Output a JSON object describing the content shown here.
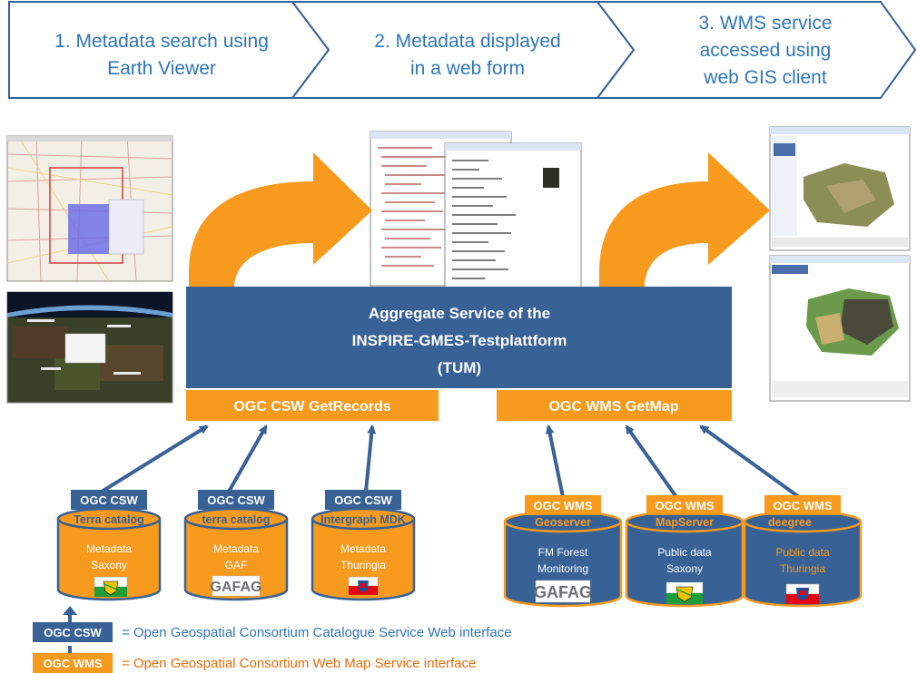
{
  "colors": {
    "blue": "#386196",
    "orange": "#f79a1d",
    "chevron_text": "#2e75b6",
    "legend_orange_text": "#e46c0a",
    "white": "#ffffff"
  },
  "steps": [
    {
      "lines": [
        "1. Metadata search using",
        "Earth Viewer"
      ]
    },
    {
      "lines": [
        "2. Metadata displayed",
        "in a web form"
      ]
    },
    {
      "lines": [
        "3. WMS service",
        "accessed using",
        "web GIS client"
      ]
    }
  ],
  "aggregate": {
    "lines": [
      "Aggregate Service of the",
      "INSPIRE-GMES-Testplattform",
      "(TUM)"
    ]
  },
  "interfaces": {
    "csw": "OGC CSW GetRecords",
    "wms": "OGC WMS GetMap"
  },
  "csw_sources": [
    {
      "badge": "OGC CSW",
      "title": "Terra catalog",
      "lines": [
        "Metadata",
        "Saxony"
      ],
      "logo": "saxony-flag"
    },
    {
      "badge": "OGC CSW",
      "title": "terra catalog",
      "lines": [
        "Metadata",
        "GAF"
      ],
      "logo": "gafag-logo",
      "logo_text": "GAFAG"
    },
    {
      "badge": "OGC CSW",
      "title": "Intergraph MDK",
      "lines": [
        "Metadata",
        "Thuringia"
      ],
      "logo": "thuringia-flag"
    }
  ],
  "wms_sources": [
    {
      "badge": "OGC WMS",
      "title": "Geoserver",
      "lines": [
        "FM Forest",
        "Monitoring"
      ],
      "logo": "gafag-logo",
      "logo_text": "GAFAG"
    },
    {
      "badge": "OGC WMS",
      "title": "MapServer",
      "lines": [
        "Public  data",
        "Saxony"
      ],
      "logo": "saxony-flag"
    },
    {
      "badge": "OGC WMS",
      "title": "deegree",
      "lines": [
        "Public data",
        "Thuringia"
      ],
      "logo": "thuringia-flag"
    }
  ],
  "legend": [
    {
      "badge": "OGC CSW",
      "text": "= Open Geospatial Consortium Catalogue Service Web interface"
    },
    {
      "badge": "OGC WMS",
      "text": "= Open Geospatial Consortium Web Map Service interface"
    }
  ]
}
